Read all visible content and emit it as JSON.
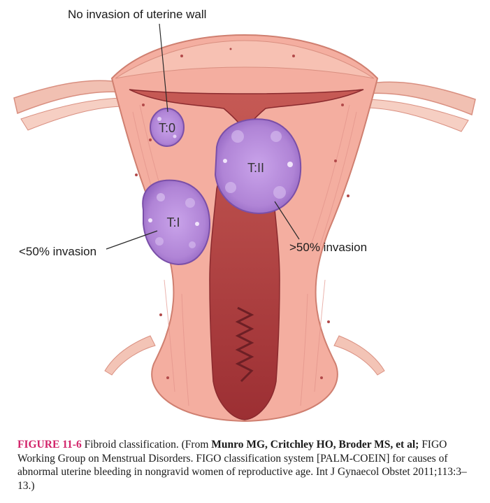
{
  "labels": {
    "top": "No invasion of uterine wall",
    "left": "<50% invasion",
    "right": ">50% invasion",
    "t0": "T:0",
    "t1": "T:I",
    "t2": "T:II"
  },
  "caption": {
    "figure_number": "FIGURE 11-6",
    "text_1": " Fibroid classification. (From ",
    "authors": "Munro MG, Critchley HO, Broder MS, et al;",
    "text_2": " FIGO Working Group on Menstrual Disorders. FIGO classification system [PALM-COEIN] for causes of abnormal uterine bleeding in nongravid women of reproductive age. Int J Gynaecol Obstet 2011;113:3–13.)"
  },
  "colors": {
    "tissue": "#f4aea0",
    "tissue_dark": "#d98576",
    "cavity": "#a63a3a",
    "fibroid": "#b58ad8",
    "fibroid_dark": "#7a4fa8",
    "figure_number": "#d2246a"
  }
}
